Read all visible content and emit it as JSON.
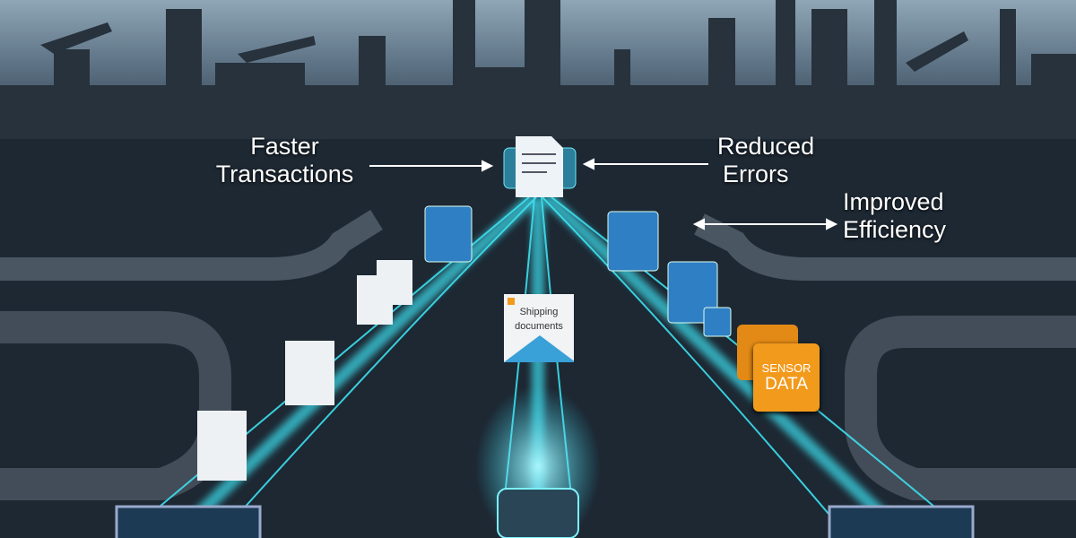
{
  "labels": {
    "faster_transactions": [
      "Faster",
      "Transactions"
    ],
    "reduced_errors": [
      "Reduced",
      "Errors"
    ],
    "improved_efficiency": [
      "Improved",
      "Efficiency"
    ]
  },
  "cards": {
    "shipping_documents": [
      "Shipping",
      "documents"
    ],
    "sensor_data": [
      "SENSOR",
      "DATA"
    ]
  },
  "colors": {
    "sky_top": "#8fa6b6",
    "silhouette": "#26313c",
    "ground": "#1b2631",
    "stream": "#3de0f0",
    "sensor_orange": "#f29a1c",
    "icon_blue": "#2f7fc4"
  }
}
